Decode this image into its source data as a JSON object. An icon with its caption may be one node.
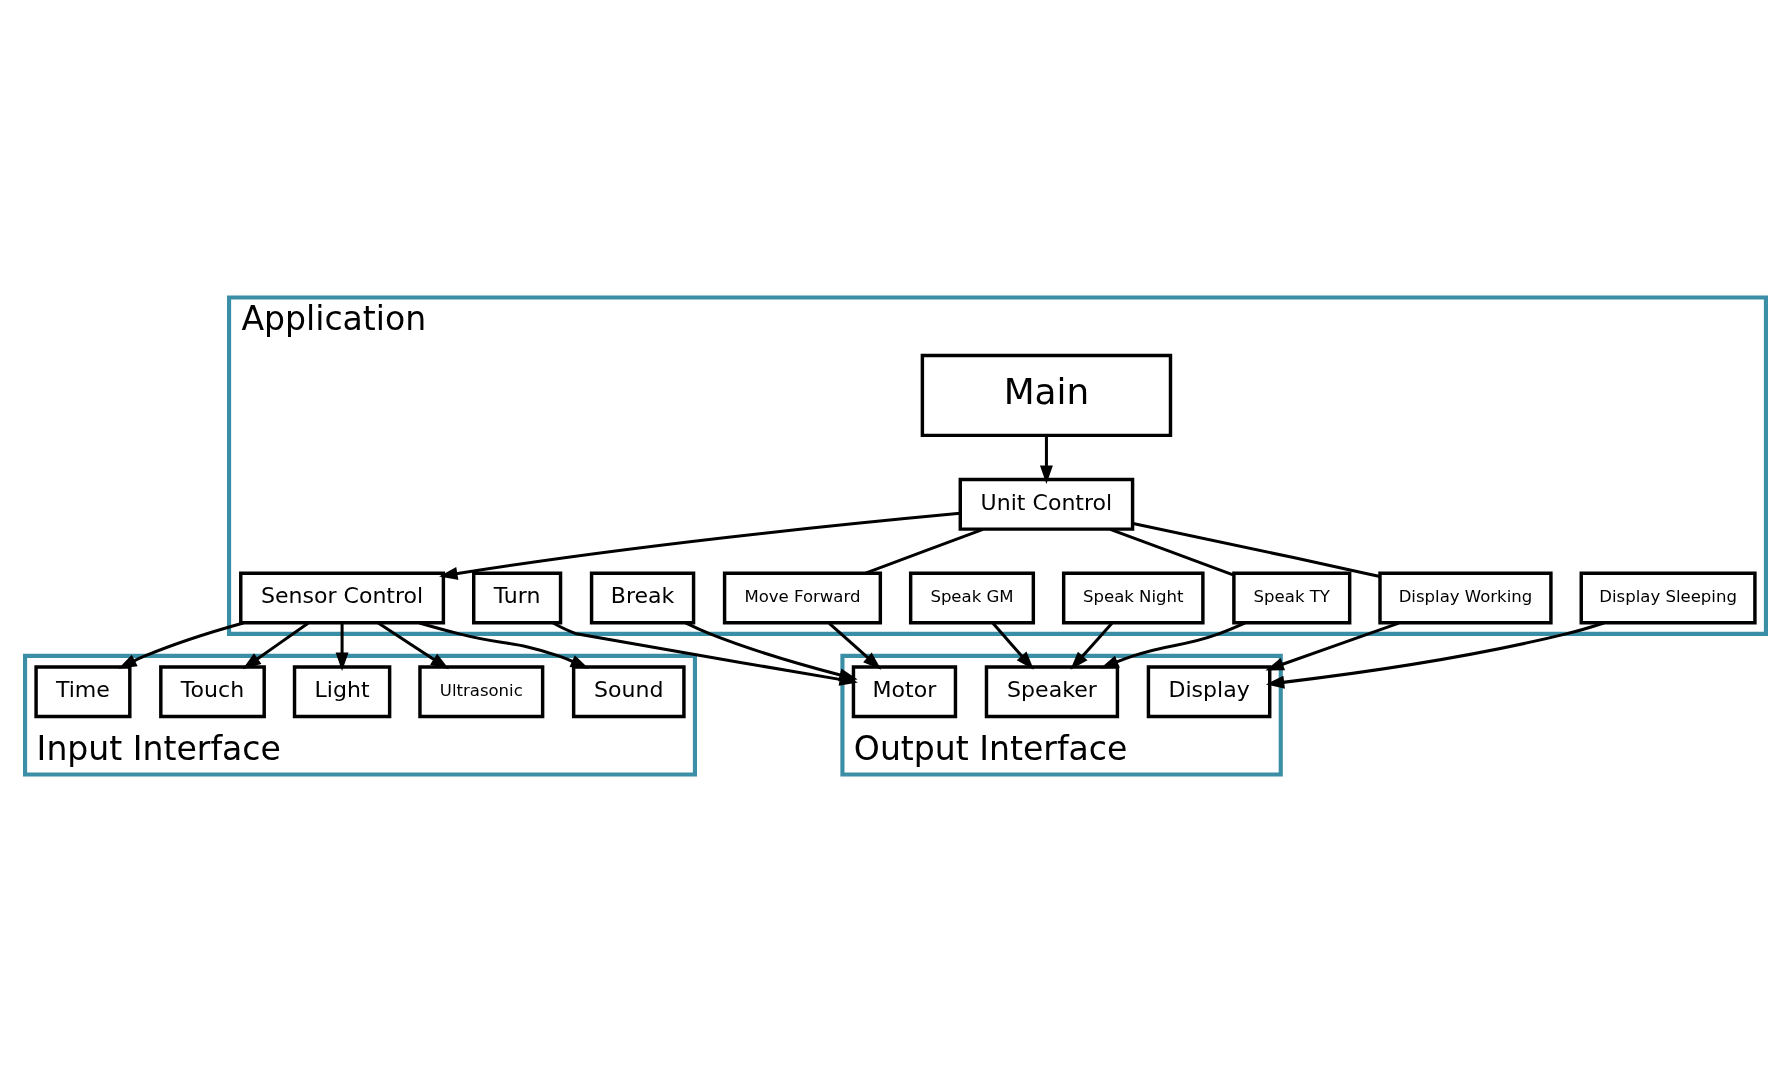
{
  "diagram": {
    "nodes": [
      {
        "text": [
          "Application"
        ]
      },
      {
        "text": [
          "Main"
        ],
        "in": 0
      },
      {
        "text": [
          "Unit Control"
        ],
        "in": 0
      },
      {
        "text": [
          "Sensor Control"
        ],
        "in": 0
      },
      {
        "text": [
          "Speak TY"
        ],
        "in": 0
      },
      {
        "text": [
          "Speak Night"
        ],
        "in": 0
      },
      {
        "text": [
          "Speak GM"
        ],
        "in": 0
      },
      {
        "text": [
          "Move Forward"
        ],
        "in": 0
      },
      {
        "text": [
          "Break"
        ],
        "in": 0
      },
      {
        "text": [
          "Turn"
        ],
        "in": 0
      },
      {
        "text": [
          "Display Working"
        ],
        "in": 0
      },
      {
        "text": [
          "Display Sleeping"
        ],
        "in": 0
      },
      {
        "text": [
          "Input Interface"
        ]
      },
      {
        "text": [
          "Touch"
        ],
        "in": 12
      },
      {
        "text": [
          "Time"
        ],
        "in": 12
      },
      {
        "text": [
          "Sound"
        ],
        "in": 12
      },
      {
        "text": [
          "Ultrasonic"
        ],
        "in": 12
      },
      {
        "text": [
          "Light"
        ],
        "in": 12
      },
      {
        "text": [
          "Output Interface"
        ]
      },
      {
        "text": [
          "Speaker"
        ],
        "in": 18
      },
      {
        "text": [
          "Motor"
        ],
        "in": 18
      },
      {
        "text": [
          "Display"
        ],
        "in": 18
      }
    ],
    "edges": [
      {
        "from": 1,
        "to": 2,
        "arrow": "to"
      },
      {
        "from": 2,
        "to": 3,
        "arrow": "to"
      },
      {
        "from": 2,
        "to": 4,
        "arrow": "none"
      },
      {
        "from": 2,
        "to": 7,
        "arrow": "none"
      },
      {
        "from": 2,
        "to": 10,
        "arrow": "none"
      },
      {
        "from": 3,
        "to": 13,
        "arrow": "to"
      },
      {
        "from": 3,
        "to": 14,
        "arrow": "to"
      },
      {
        "from": 3,
        "to": 15,
        "arrow": "to"
      },
      {
        "from": 3,
        "to": 16,
        "arrow": "to"
      },
      {
        "from": 3,
        "to": 17,
        "arrow": "to"
      },
      {
        "from": 4,
        "to": 19,
        "arrow": "to"
      },
      {
        "from": 5,
        "to": 19,
        "arrow": "to"
      },
      {
        "from": 6,
        "to": 19,
        "arrow": "to"
      },
      {
        "from": 7,
        "to": 20,
        "arrow": "to"
      },
      {
        "from": 8,
        "to": 20,
        "arrow": "to"
      },
      {
        "from": 9,
        "to": 20,
        "arrow": "to"
      },
      {
        "from": 10,
        "to": 21,
        "arrow": "to"
      },
      {
        "from": 11,
        "to": 21,
        "arrow": "to"
      }
    ]
  }
}
